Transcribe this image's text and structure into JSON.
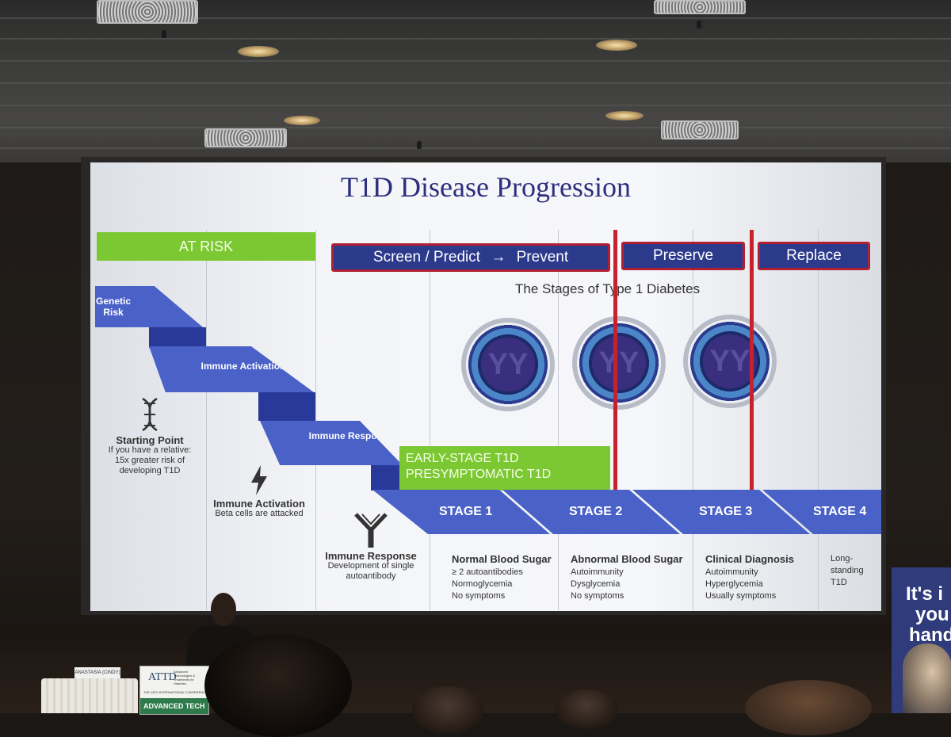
{
  "slide": {
    "title": "T1D Disease Progression",
    "at_risk": "AT RISK",
    "phases": [
      "Screen / Predict",
      "Prevent",
      "Preserve",
      "Replace"
    ],
    "phase_arrow": "→",
    "stages_title": "The Stages of Type 1 Diabetes",
    "staircase": [
      "Genetic Risk",
      "Immune Activation",
      "Immune Response"
    ],
    "early_stage": [
      "EARLY-STAGE T1D",
      "PRESYMPTOMATIC T1D"
    ],
    "stages": [
      "STAGE 1",
      "STAGE 2",
      "STAGE 3",
      "STAGE 4"
    ],
    "starting_point": {
      "heading": "Starting Point",
      "lines": [
        "If you have a relative:",
        "15x greater risk of",
        "developing T1D"
      ]
    },
    "immune_activation": {
      "heading": "Immune Activation",
      "sub": "Beta cells are attacked"
    },
    "immune_response": {
      "heading": "Immune Response",
      "lines": [
        "Development of single",
        "autoantibody"
      ]
    },
    "columns": [
      {
        "heading": "Normal Blood Sugar",
        "lines": [
          "≥ 2 autoantibodies",
          "Normoglycemia",
          "No symptoms"
        ]
      },
      {
        "heading": "Abnormal Blood Sugar",
        "lines": [
          "Autoimmunity",
          "Dysglycemia",
          "No symptoms"
        ]
      },
      {
        "heading": "Clinical Diagnosis",
        "lines": [
          "Autoimmunity",
          "Hyperglycemia",
          "Usually symptoms"
        ]
      },
      {
        "heading": "",
        "lines": [
          "Long-",
          "standing",
          "T1D"
        ]
      }
    ],
    "colors": {
      "title": "#2d2f7e",
      "green": "#7cc832",
      "navy": "#2c3a8c",
      "stair_blue": "#4a61c8",
      "red": "#c8202d"
    },
    "icons": [
      "dna-icon",
      "lightning-icon",
      "antibody-icon"
    ]
  },
  "venue": {
    "podium_logo": "ATTD",
    "podium_sub": "Advanced Technologies & Treatments for Diabetes",
    "podium_banner": "ADVANCED TECH",
    "podium_conf": "THE 18TH INTERNATIONAL CONFERENCE",
    "name_card": "ANASTASIA (CINDY)",
    "side_banner": [
      "It's i",
      "you",
      "hand"
    ]
  }
}
